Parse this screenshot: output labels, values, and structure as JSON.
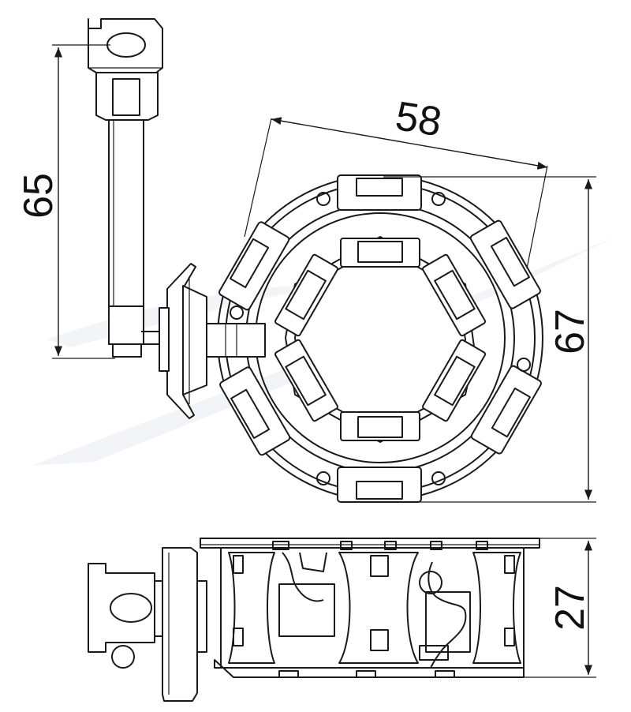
{
  "dimensions": {
    "height_holder": "65",
    "width": "58",
    "diameter": "67",
    "depth": "27"
  },
  "colors": {
    "line": "#1a1a1a",
    "background": "#ffffff",
    "watermark": "#e9edf2"
  }
}
